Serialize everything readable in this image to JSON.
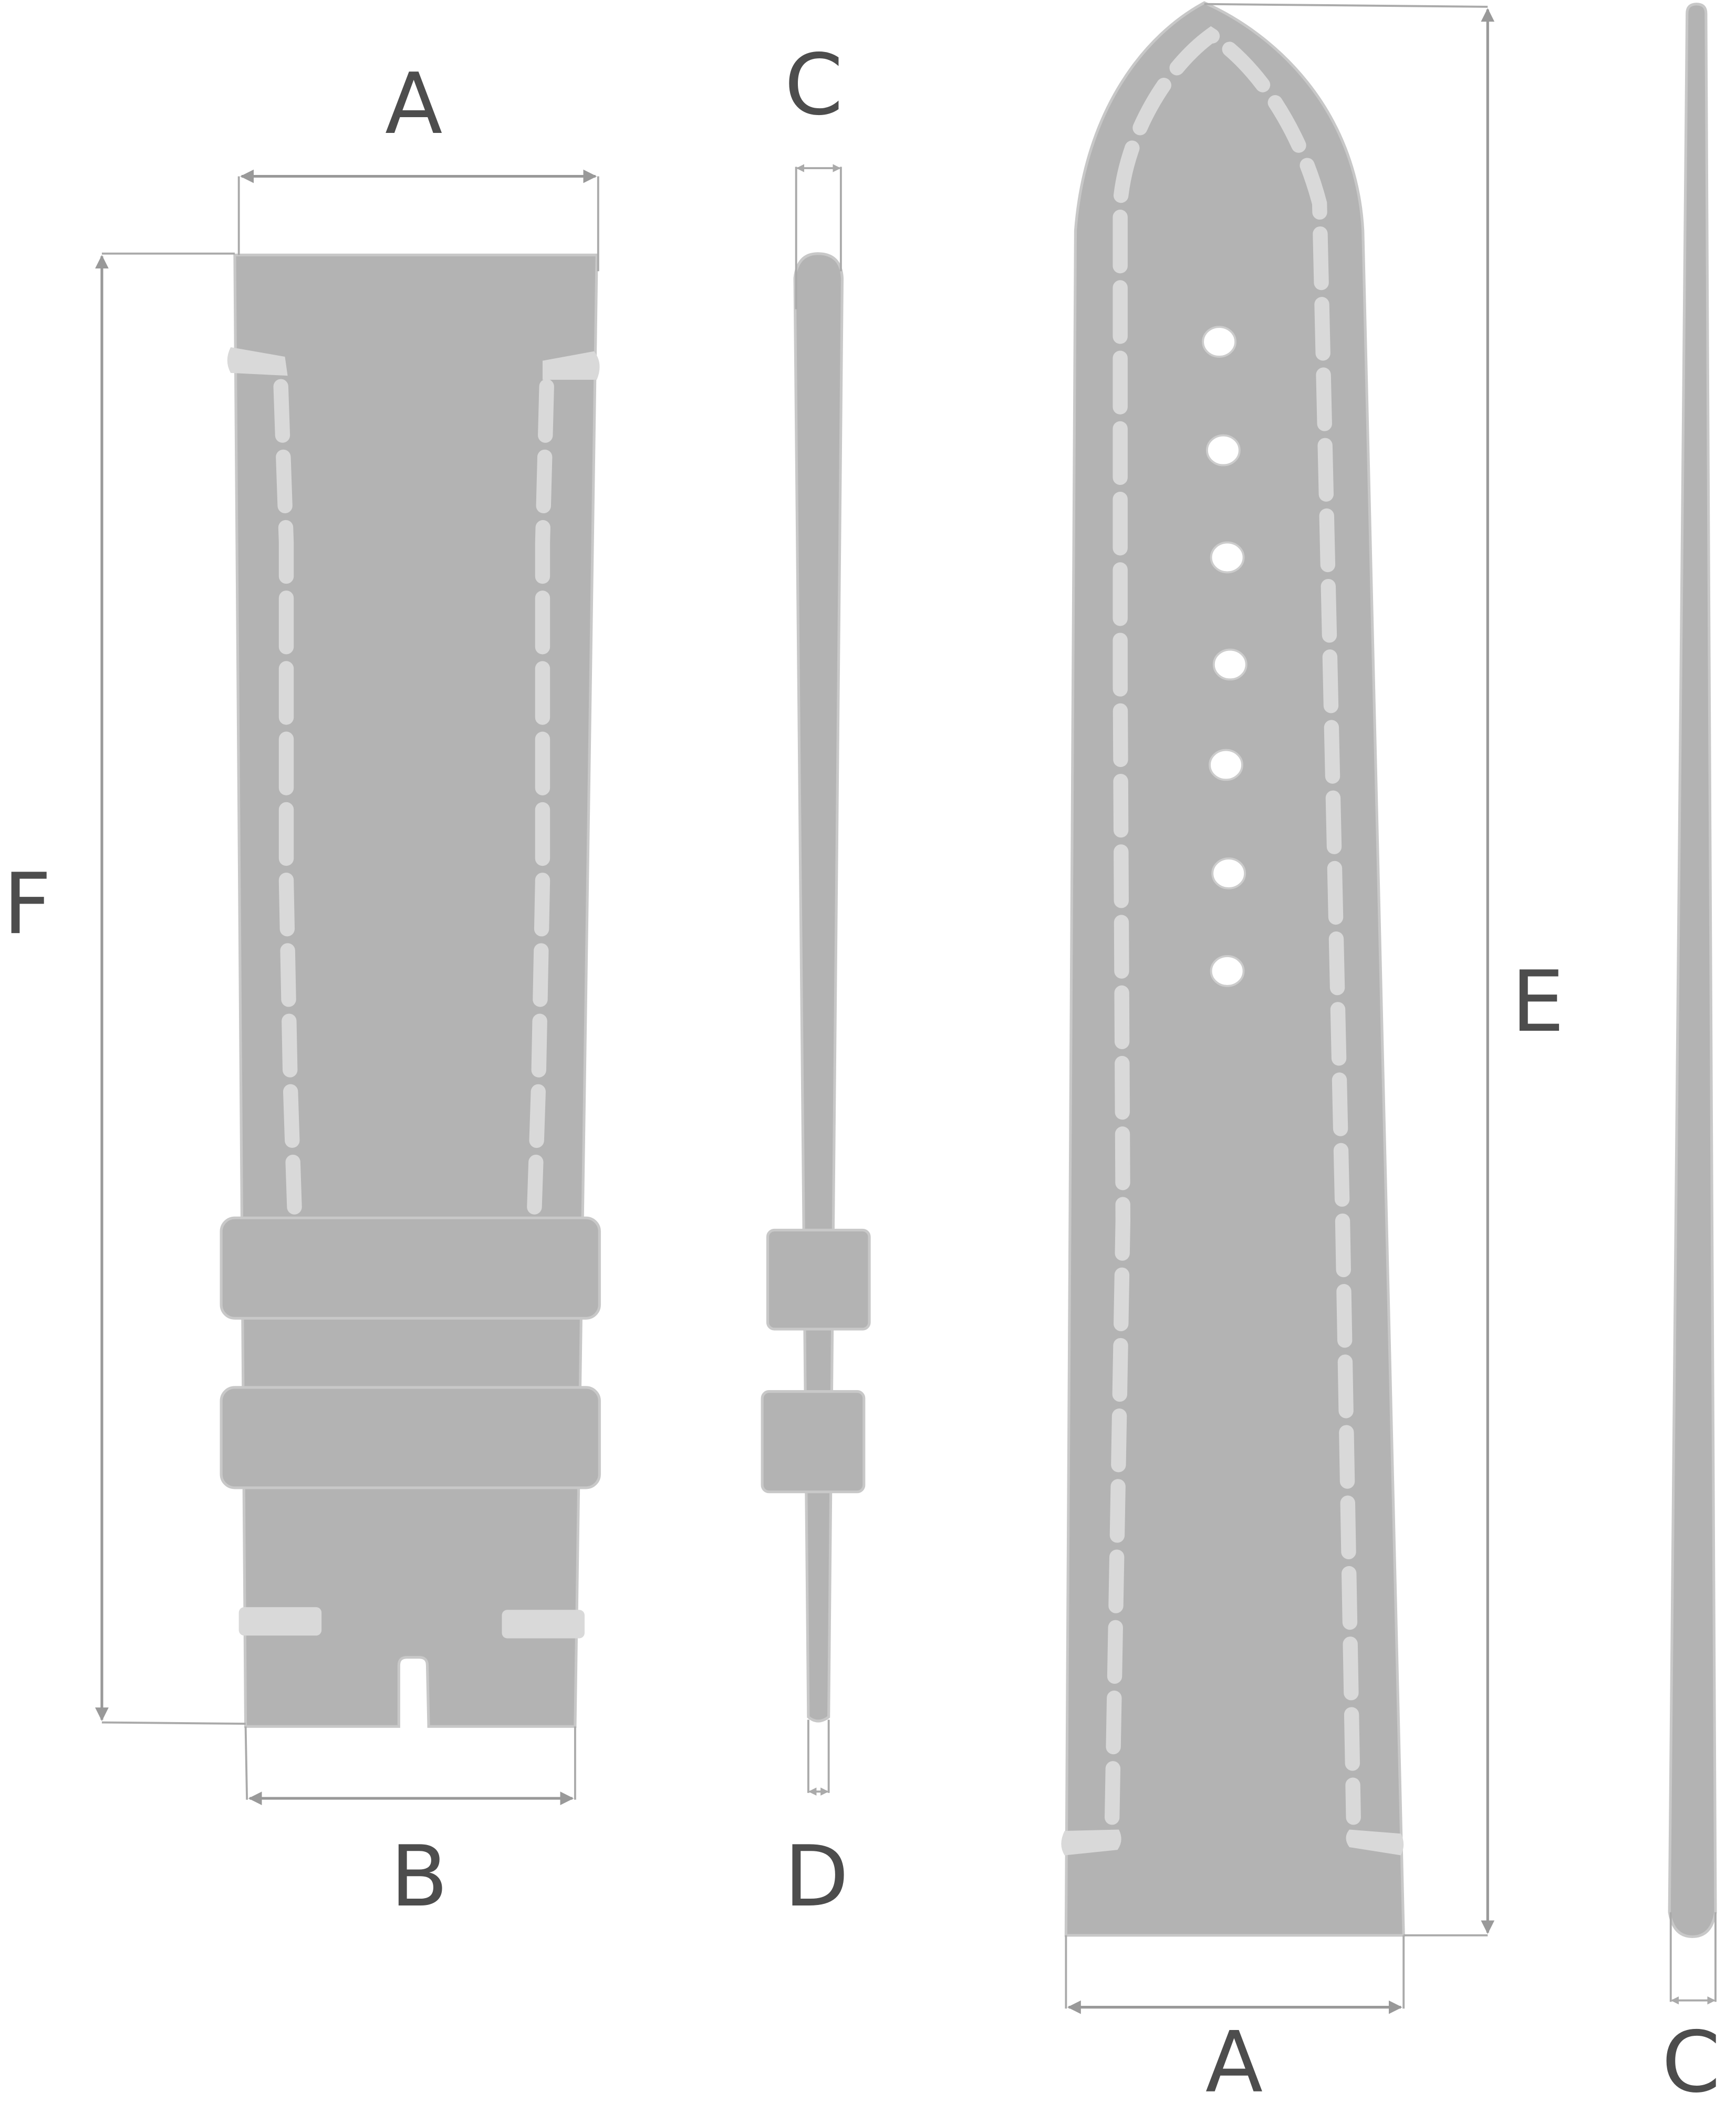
{
  "labels": {
    "width_top_left": "A",
    "thickness_top": "C",
    "length_short": "F",
    "length_long": "E",
    "width_bottom": "B",
    "thickness_bottom": "D",
    "width_long": "A",
    "thickness_long": "C"
  },
  "colors": {
    "strap": "#b3b3b3",
    "stitch": "#d9d9d9",
    "dimension": "#999999",
    "label": "#4d4d4d"
  }
}
